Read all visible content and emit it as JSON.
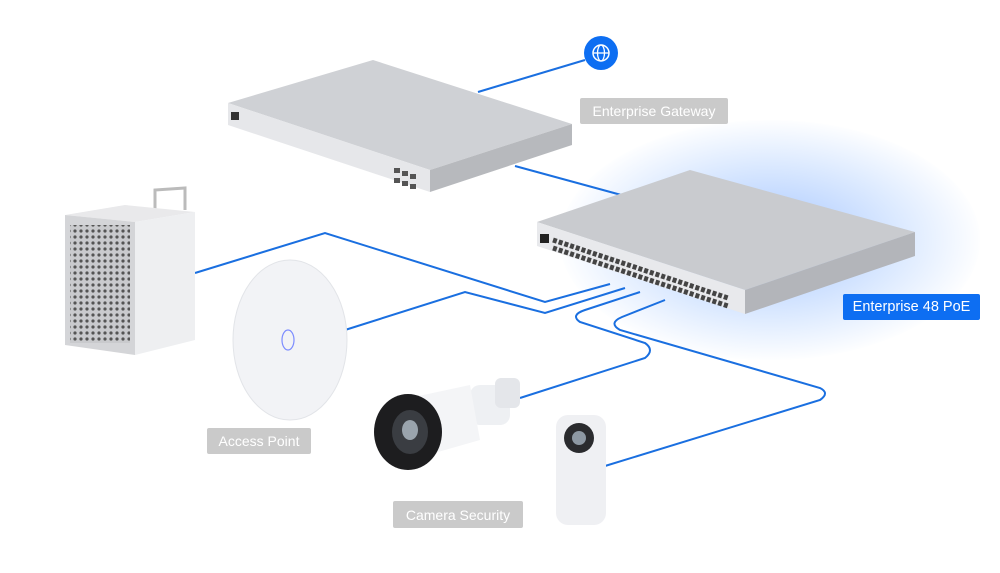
{
  "labels": {
    "gateway": "Enterprise Gateway",
    "switch": "Enterprise 48 PoE",
    "access_point": "Access Point",
    "camera": "Camera Security"
  },
  "colors": {
    "cable": "#1a6fe0",
    "accent": "#0d6ef2",
    "label_gray": "#cacaca"
  },
  "icons": {
    "internet": "globe-icon"
  }
}
